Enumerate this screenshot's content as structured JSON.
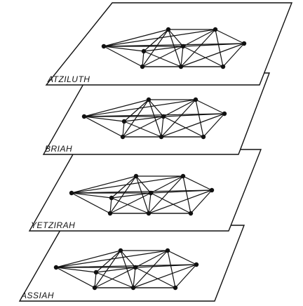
{
  "planes": [
    {
      "label": "ATZILUTH"
    },
    {
      "label": "BRIAH"
    },
    {
      "label": "YETZIRAH"
    },
    {
      "label": "ASSIAH"
    }
  ],
  "colors": {
    "line": "#111111",
    "background": "#ffffff"
  }
}
